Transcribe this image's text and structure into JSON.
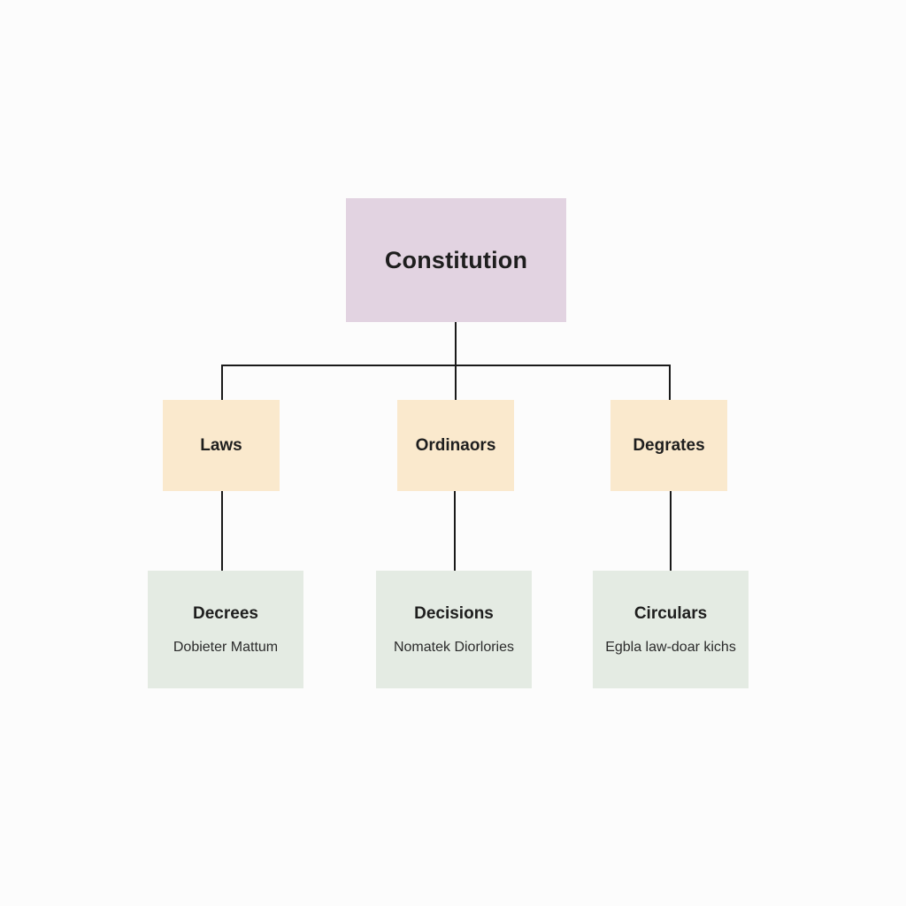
{
  "diagram": {
    "root": {
      "label": "Constitution"
    },
    "level_two": [
      {
        "id": "laws",
        "label": "Laws"
      },
      {
        "id": "ordinaors",
        "label": "Ordinaors"
      },
      {
        "id": "degrates",
        "label": "Degrates"
      }
    ],
    "level_three": [
      {
        "id": "decrees",
        "label": "Decrees",
        "sublabel": "Dobieter Mattum"
      },
      {
        "id": "decisions",
        "label": "Decisions",
        "sublabel": "Nomatek Diorlories"
      },
      {
        "id": "circulars",
        "label": "Circulars",
        "sublabel": "Egbla law-doar kichs"
      }
    ],
    "edges": [
      {
        "from": "Constitution",
        "to": "Laws"
      },
      {
        "from": "Constitution",
        "to": "Ordinaors"
      },
      {
        "from": "Constitution",
        "to": "Degrates"
      },
      {
        "from": "Laws",
        "to": "Decrees"
      },
      {
        "from": "Ordinaors",
        "to": "Decisions"
      },
      {
        "from": "Degrates",
        "to": "Circulars"
      }
    ],
    "colors": {
      "root_fill": "#e2d3e1",
      "middle_fill": "#fae9cd",
      "leaf_fill": "#e4ebe3",
      "connector": "#1a1a1a",
      "background": "#fcfcfc"
    }
  }
}
